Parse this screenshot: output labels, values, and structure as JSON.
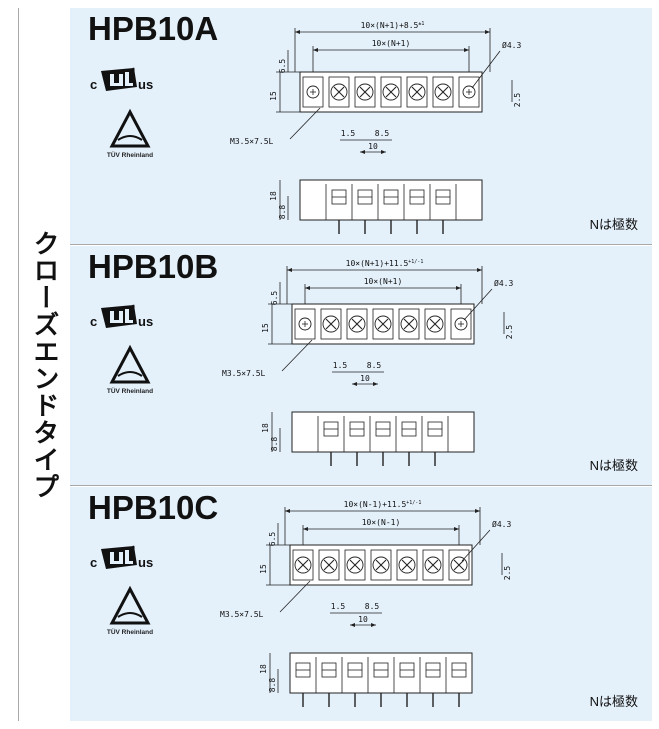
{
  "side_label": "クローズエンドタイプ",
  "cert": {
    "ul_prefix": "c",
    "ul_suffix": "us",
    "tuv_text": "TÜV Rheinland"
  },
  "note": "Nは極数",
  "dims": {
    "pitch_total": "10×(N+1)",
    "hole": "Ø4.3",
    "screw": "M3.5×7.5L",
    "d15": "15",
    "d65": "6.5",
    "d25": "2.5",
    "d18": "18",
    "d88": "8.8",
    "d1_5": "1.5",
    "d8_5": "8.5",
    "d10": "10"
  },
  "sections": [
    {
      "title": "HPB10A",
      "total": "10×(N+1)+8.5",
      "tol": "±1",
      "inner": "10×(N+1)"
    },
    {
      "title": "HPB10B",
      "total": "10×(N+1)+11.5",
      "tol": "+1/-1",
      "inner": "10×(N+1)"
    },
    {
      "title": "HPB10C",
      "total": "10×(N-1)+11.5",
      "tol": "+1/-1",
      "inner": "10×(N-1)"
    }
  ]
}
